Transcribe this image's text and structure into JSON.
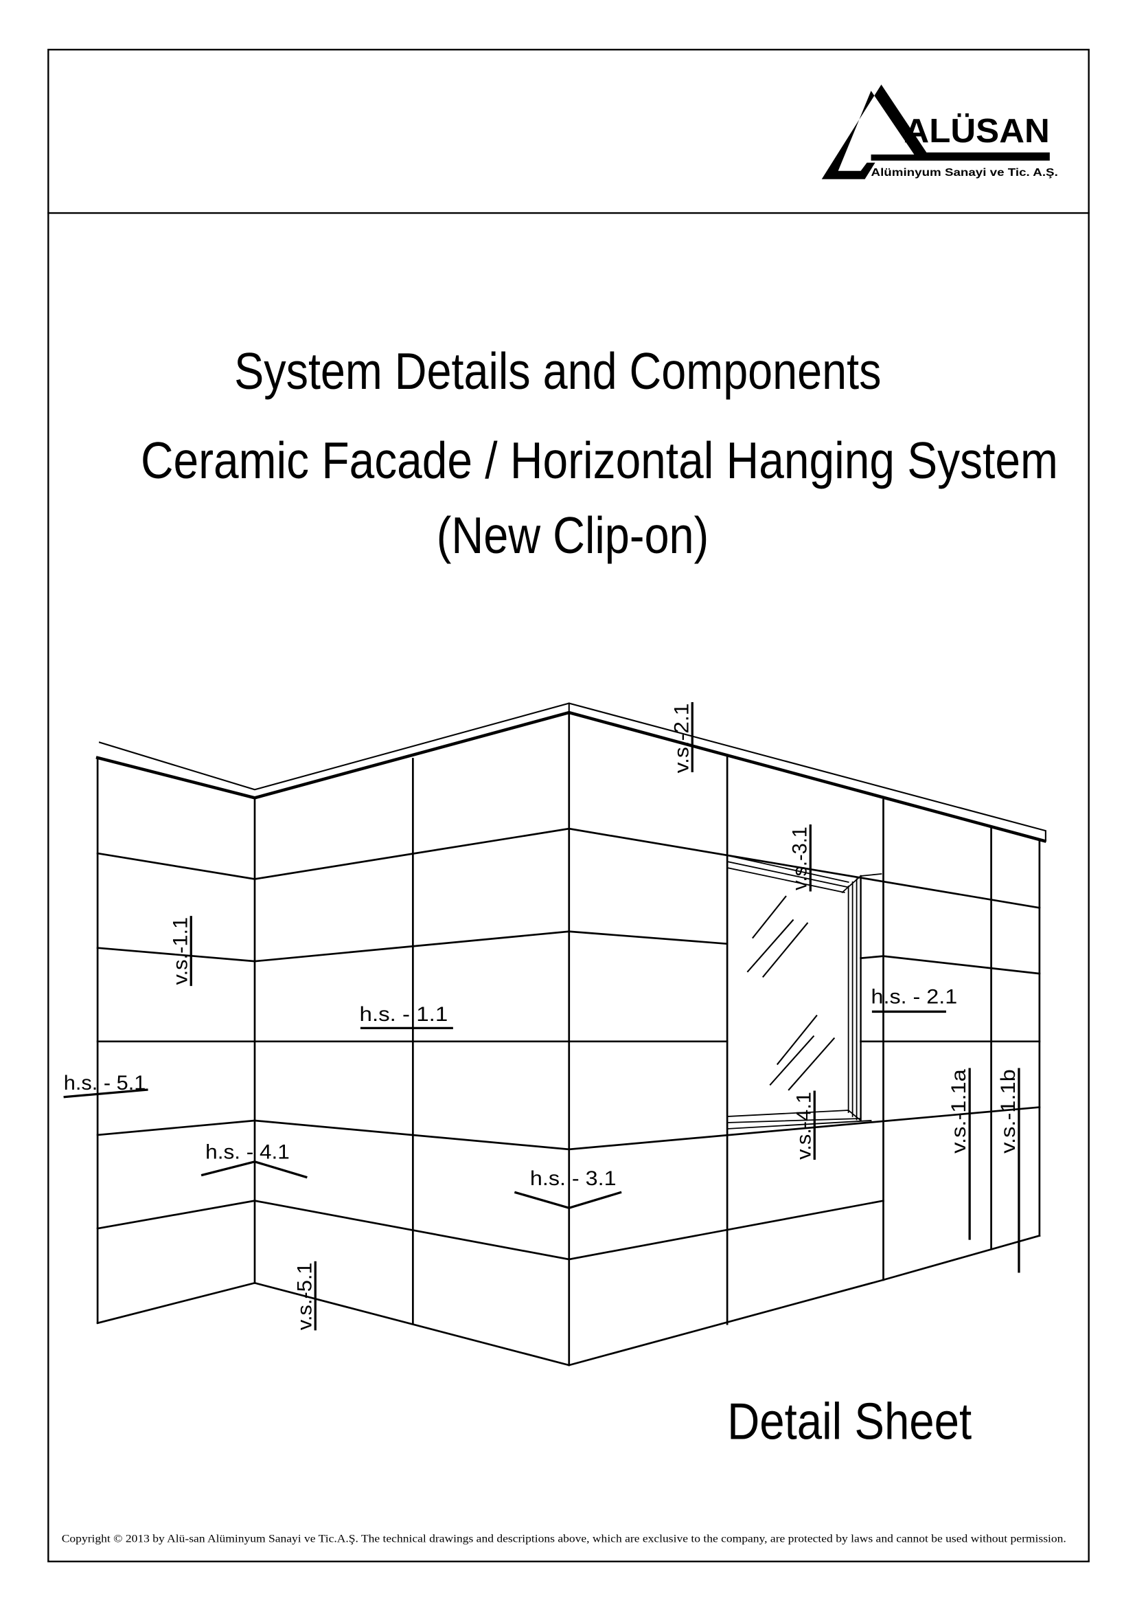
{
  "logo": {
    "brand": "ALÜSAN",
    "tagline": "Alüminyum Sanayi ve Tic. A.Ş."
  },
  "title": {
    "line1": "System Details and Components",
    "line2": "Ceramic Facade / Horizontal Hanging  System",
    "line3": "(New Clip-on)"
  },
  "drawing": {
    "labels": {
      "vs21": "v.s.-2.1",
      "vs31": "v.s.-3.1",
      "vs11": "v.s.-1.1",
      "hs11": "h.s. - 1.1",
      "hs21": "h.s. - 2.1",
      "hs51": "h.s. - 5.1",
      "hs41": "h.s. - 4.1",
      "hs31": "h.s. - 3.1",
      "vs51": "v.s.-5.1",
      "vs41": "v.s.-4.1",
      "vs11a": "v.s.-1.1a",
      "vs11b": "v.s.-1.1b"
    }
  },
  "sheet_label": "Detail Sheet",
  "copyright": "Copyright © 2013 by Alü-san Alüminyum Sanayi ve Tic.A.Ş. The technical drawings and descriptions above, which are exclusive to the company, are protected by laws and cannot be used without permission."
}
